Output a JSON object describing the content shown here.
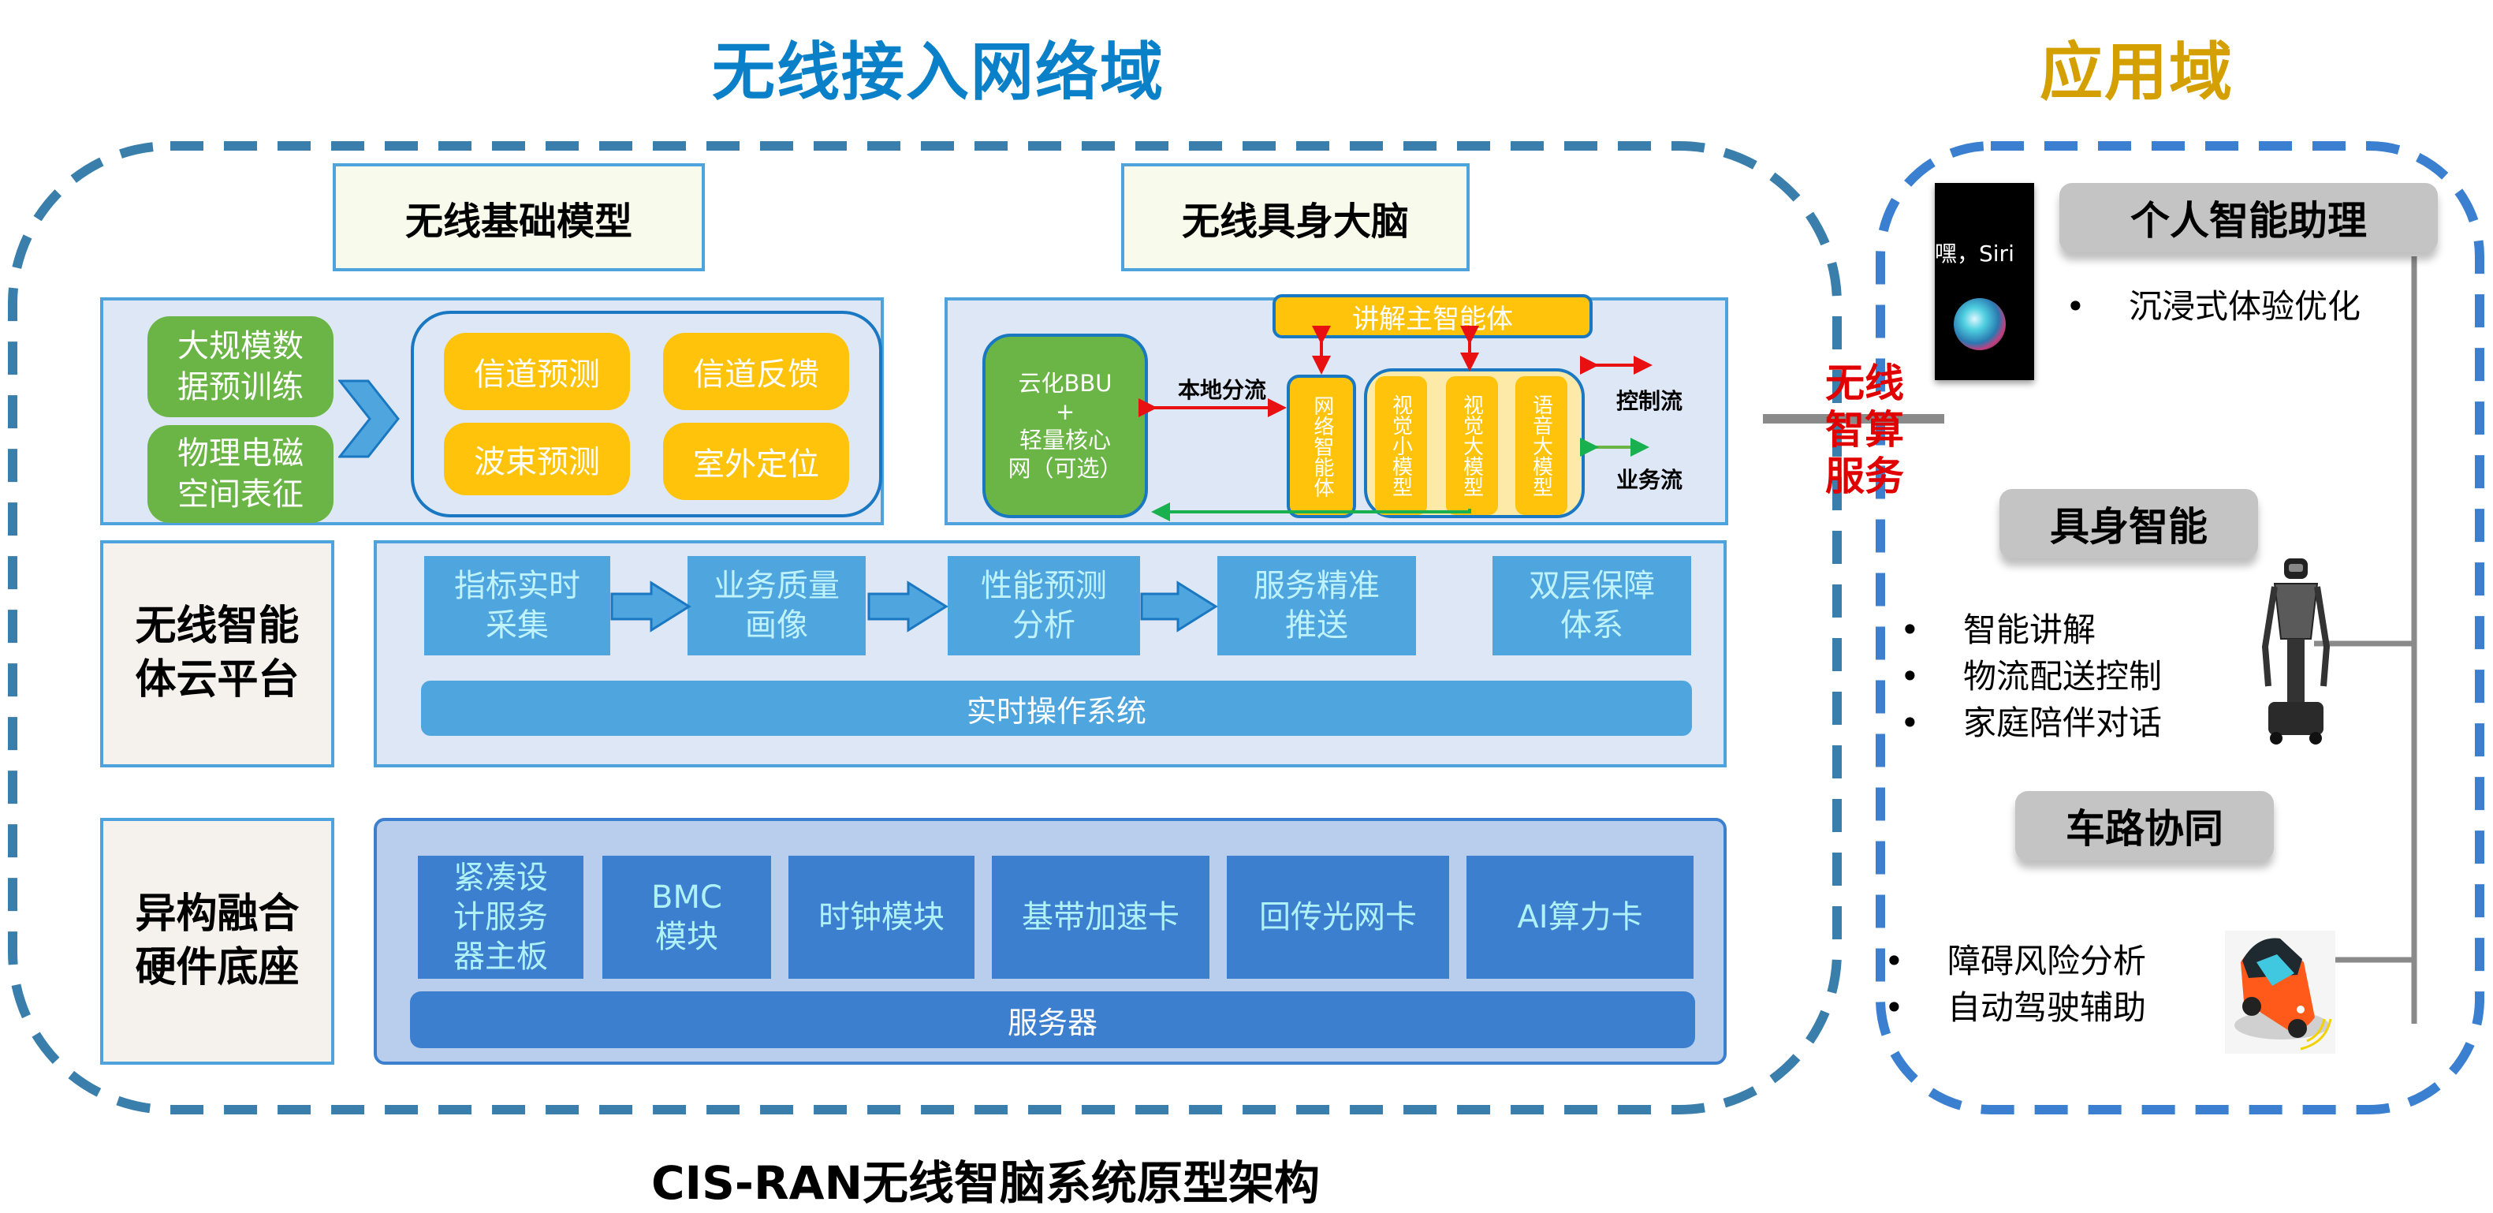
{
  "titles": {
    "network_domain": "无线接入网络域",
    "application_domain": "应用域",
    "caption": "CIS-RAN无线智脑系统原型架构"
  },
  "colors": {
    "network_title": "#0a80c8",
    "app_title": "#d4a000",
    "network_dash": "#3a7fab",
    "app_dash": "#3b7fd0",
    "service_label": "#e00000",
    "control_flow": "#e81010",
    "service_flow": "#6ab545"
  },
  "foundation_model": {
    "header": "无线基础模型",
    "inputs": [
      "大规模数据预训练",
      "物理电磁空间表征"
    ],
    "input_lines": [
      [
        "大规模数",
        "据预训练"
      ],
      [
        "物理电磁",
        "空间表征"
      ]
    ],
    "tasks": [
      "信道预测",
      "信道反馈",
      "波束预测",
      "室外定位"
    ]
  },
  "embodied_brain": {
    "header": "无线具身大脑",
    "bbu_lines": [
      "云化BBU",
      "+",
      "轻量核心",
      "网（可选）"
    ],
    "local_offload": "本地分流",
    "master_agent": "讲解主智能体",
    "network_agent": "网络智能体",
    "models": [
      "视觉小模型",
      "视觉大模型",
      "语音大模型"
    ],
    "legend": {
      "control_flow": "控制流",
      "service_flow": "业务流"
    }
  },
  "cloud_platform": {
    "label_lines": [
      "无线智能",
      "体云平台"
    ],
    "steps": [
      {
        "lines": [
          "指标实时",
          "采集"
        ]
      },
      {
        "lines": [
          "业务质量",
          "画像"
        ]
      },
      {
        "lines": [
          "性能预测",
          "分析"
        ]
      },
      {
        "lines": [
          "服务精准",
          "推送"
        ]
      }
    ],
    "guarantee_lines": [
      "双层保障",
      "体系"
    ],
    "os_bar": "实时操作系统"
  },
  "hardware": {
    "label_lines": [
      "异构融合",
      "硬件底座"
    ],
    "modules": [
      {
        "lines": [
          "紧凑设",
          "计服务",
          "器主板"
        ]
      },
      {
        "lines": [
          "BMC",
          "模块"
        ]
      },
      {
        "lines": [
          "时钟模块"
        ]
      },
      {
        "lines": [
          "基带加速卡"
        ]
      },
      {
        "lines": [
          "回传光网卡"
        ]
      },
      {
        "lines": [
          "AI算力卡"
        ]
      }
    ],
    "server_bar": "服务器"
  },
  "service_label_lines": [
    "无线",
    "智算",
    "服务"
  ],
  "applications": [
    {
      "title": "个人智能助理",
      "bullets": [
        "沉浸式体验优化"
      ],
      "image": "siri-icon",
      "image_caption": "嘿，Siri"
    },
    {
      "title": "具身智能",
      "bullets": [
        "智能讲解",
        "物流配送控制",
        "家庭陪伴对话"
      ],
      "image": "robot-icon"
    },
    {
      "title": "车路协同",
      "bullets": [
        "障碍风险分析",
        "自动驾驶辅助"
      ],
      "image": "car-icon"
    }
  ]
}
